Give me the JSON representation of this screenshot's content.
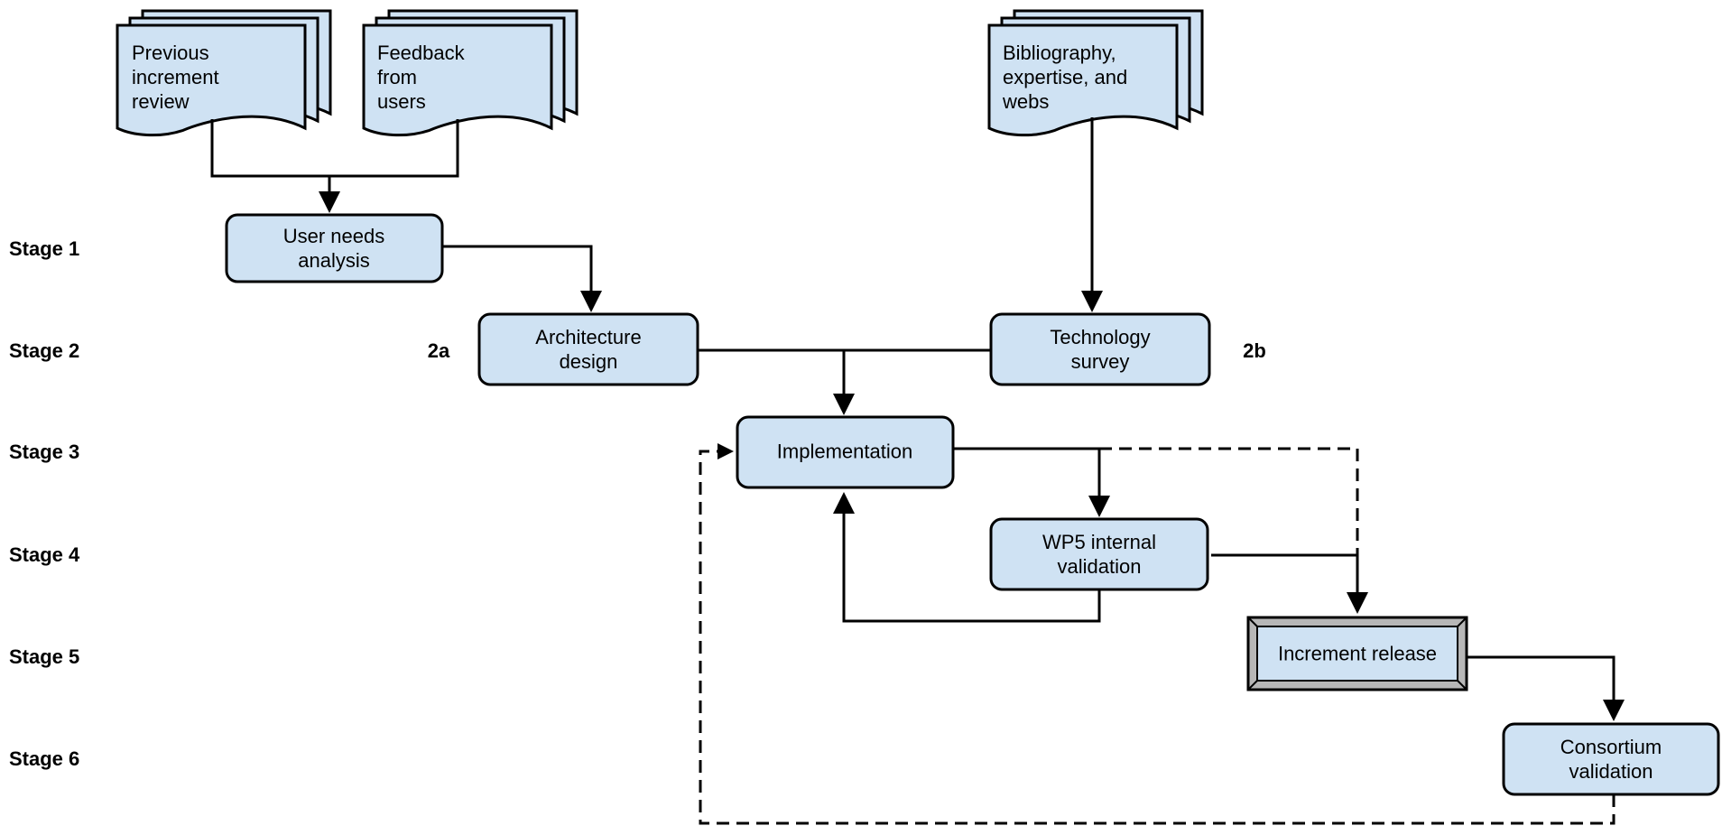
{
  "colors": {
    "box_fill": "#cfe2f3",
    "stroke": "#000000",
    "release_frame": "#b7b7b7"
  },
  "stages": [
    {
      "id": "stage-1",
      "label": "Stage 1"
    },
    {
      "id": "stage-2",
      "label": "Stage 2"
    },
    {
      "id": "stage-3",
      "label": "Stage 3"
    },
    {
      "id": "stage-4",
      "label": "Stage 4"
    },
    {
      "id": "stage-5",
      "label": "Stage 5"
    },
    {
      "id": "stage-6",
      "label": "Stage 6"
    }
  ],
  "sub_labels": {
    "a": "2a",
    "b": "2b"
  },
  "documents": {
    "previous_review": [
      "Previous",
      "increment",
      "review"
    ],
    "feedback": [
      "Feedback",
      "from",
      "users"
    ],
    "bibliography": [
      "Bibliography,",
      "expertise, and",
      "webs"
    ]
  },
  "processes": {
    "user_needs": [
      "User needs",
      "analysis"
    ],
    "architecture": [
      "Architecture",
      "design"
    ],
    "technology": [
      "Technology",
      "survey"
    ],
    "implementation": [
      "Implementation"
    ],
    "wp5_validation": [
      "WP5 internal",
      "validation"
    ],
    "increment_release": [
      "Increment release"
    ],
    "consortium": [
      "Consortium",
      "validation"
    ]
  }
}
